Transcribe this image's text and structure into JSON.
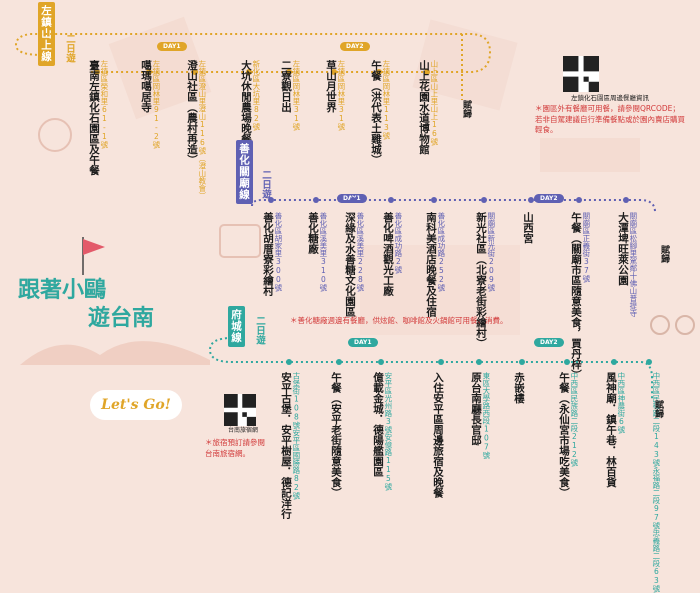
{
  "colors": {
    "line1": "#e0a528",
    "line2": "#5f60b3",
    "line3": "#2fa89f",
    "accent_red": "#d23a3a"
  },
  "left_title": {
    "line1": "跟著小鷗",
    "line2": "遊台南",
    "lets_go": "Let's Go!"
  },
  "route1": {
    "tag": "左鎮山上線",
    "duration": "二日遊",
    "day1": "DAY1",
    "day2": "DAY2",
    "end": "賦歸",
    "stops": [
      {
        "addr": "左鎮區榮和里61-1號",
        "name": "臺南左鎮化石園區及午餐"
      },
      {
        "addr": "左鎮區岡林里91-2號",
        "name": "噶瑪噶居寺"
      },
      {
        "addr": "左鎮區澄山里澄山116號（澄山教會）",
        "name": "澄山社區（農村再造）"
      },
      {
        "addr": "新化區大坑里82號",
        "name": "大坑休閒農場晚餐及住宿"
      },
      {
        "addr": "左鎮區岡林里31號",
        "name": "二寮觀日出"
      },
      {
        "addr": "左鎮區岡林里31號",
        "name": "草山月世界"
      },
      {
        "addr": "左鎮區岡林里113號",
        "name": "午餐（洪代表土雞城）"
      },
      {
        "addr": "山上區山上里山上16號",
        "name": "山上花園水道博物館"
      }
    ],
    "qr_caption": "左鎮化石園區周邊餐廳資訊",
    "note": "＊園區外有餐廳可用餐，請參閱QRCODE；若非自駕建議自行準備餐點或於園內賣店購買輕食。"
  },
  "route2": {
    "tag": "善化關廟線",
    "duration": "二日遊",
    "day1": "DAY1",
    "day2": "DAY2",
    "end": "賦歸",
    "stops": [
      {
        "addr": "善化區胡家里300號",
        "name": "善化胡厝寮彩繪村"
      },
      {
        "addr": "善化區溪美里310號",
        "name": "善化糖廠"
      },
      {
        "addr": "善化區溪美里228號",
        "name": "深緣及水善糖文化園區"
      },
      {
        "addr": "善化區成功路2號",
        "name": "善化啤酒觀光工廠"
      },
      {
        "addr": "善化區成功路252號",
        "name": "南科美酒店晚餐及住宿"
      },
      {
        "addr": "關廟區新光街209號",
        "name": "新光社區（北寮老街彩繪村）"
      },
      {
        "addr": "",
        "name": "山西宮"
      },
      {
        "addr": "關廟區正義街37號",
        "name": "午餐（關廟市區隨意美食，買丹梓）"
      },
      {
        "addr": "關廟區松腳里駕鄰十佛山普提寺",
        "name": "大潭埤旺萊公園"
      }
    ],
    "note": "＊善化糖廠週邊有餐廳，供炫館、咖啡館及火鍋館可用餐、消費。"
  },
  "route3": {
    "tag": "府城線",
    "duration": "二日遊",
    "day1": "DAY1",
    "day2": "DAY2",
    "end": "賦歸",
    "stops": [
      {
        "addr": "古堡街108號安平區國勝路82號",
        "name": "安平古堡．安平樹屋．德記洋行"
      },
      {
        "addr": "",
        "name": "午餐（安平老街隨意美食）"
      },
      {
        "addr": "安平區光州路3號安億路115號",
        "name": "億載金城．德陽艦園區"
      },
      {
        "addr": "",
        "name": "入住安平區周邊旅宿及晚餐"
      },
      {
        "addr": "東區大學路西段107號",
        "name": "原台南廳長官邸"
      },
      {
        "addr": "",
        "name": "赤嵌樓"
      },
      {
        "addr": "中西區民族路二段212號",
        "name": "午餐（永仙宮市場吃美食）"
      },
      {
        "addr": "中西區神農街6號",
        "name": "風神廟．鎮午巷．林百貨"
      },
      {
        "addr": "中西區民權路二段143號永福路二段97號忠義路二段63號",
        "name": ""
      }
    ],
    "qr_caption": "台南旅宿網",
    "note": "＊旅宿預訂請參閱台南旅宿網。"
  }
}
